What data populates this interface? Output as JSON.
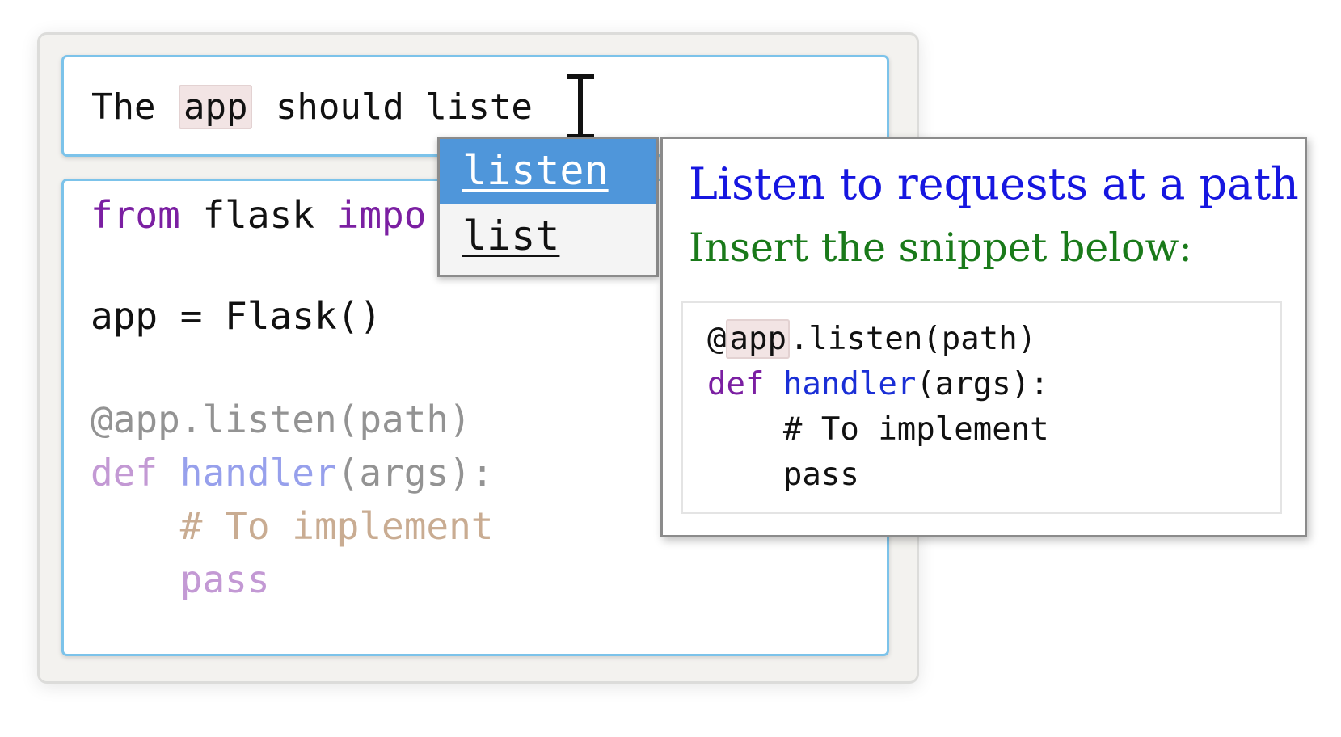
{
  "prompt": {
    "before": "The ",
    "token": "app",
    "after": " should liste"
  },
  "autocomplete": {
    "items": [
      {
        "label": "listen",
        "selected": true
      },
      {
        "label": "list",
        "selected": false
      }
    ]
  },
  "code": {
    "line1": {
      "kw_from": "from",
      "mid": " flask ",
      "kw_import": "impo"
    },
    "line2": "app = Flask()",
    "ghost": {
      "decorator": "@app.listen(path)",
      "def_kw": "def",
      "fn_name": "handler",
      "args": "(args):",
      "comment": "# To implement",
      "pass_kw": "pass"
    }
  },
  "doc": {
    "title": "Listen to requests at a path",
    "subtitle": "Insert the snippet below:",
    "snippet": {
      "at": "@",
      "token": "app",
      "decorator_rest": ".listen(path)",
      "def_kw": "def",
      "fn_name": "handler",
      "args": "(args):",
      "comment": "# To implement",
      "pass_kw": "pass"
    }
  },
  "colors": {
    "keyword": "#7b1fa2",
    "function": "#1a2fd6",
    "comment": "#8a4a10",
    "doc_title": "#1616e0",
    "doc_subtitle": "#1a7a1a",
    "selection": "#4f96da",
    "editor_border": "#7cc3ea"
  },
  "icons": {
    "cursor": "text-cursor-icon"
  }
}
